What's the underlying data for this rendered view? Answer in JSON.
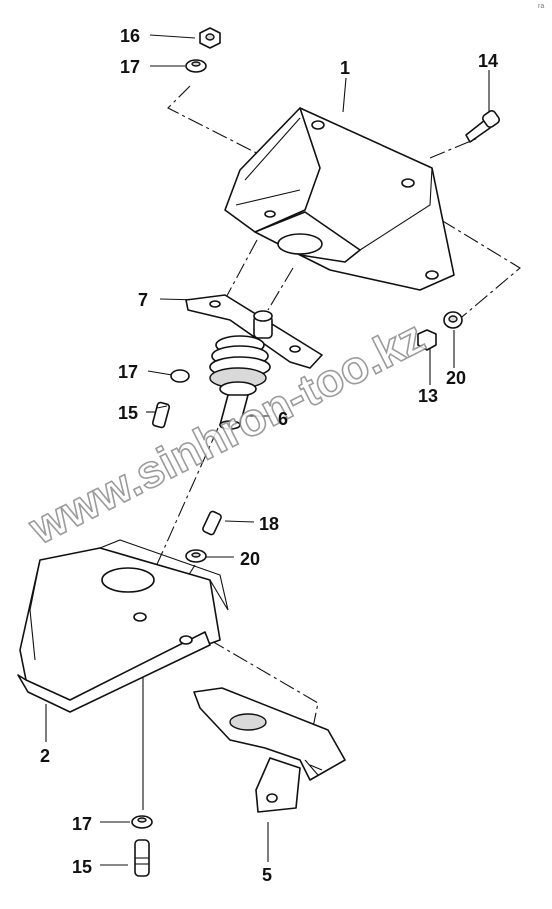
{
  "callouts": [
    {
      "id": "c16",
      "text": "16"
    },
    {
      "id": "c17a",
      "text": "17"
    },
    {
      "id": "c1",
      "text": "1"
    },
    {
      "id": "c14",
      "text": "14"
    },
    {
      "id": "c7",
      "text": "7"
    },
    {
      "id": "c17b",
      "text": "17"
    },
    {
      "id": "c13",
      "text": "13"
    },
    {
      "id": "c20a",
      "text": "20"
    },
    {
      "id": "c15a",
      "text": "15"
    },
    {
      "id": "c6",
      "text": "6"
    },
    {
      "id": "c18",
      "text": "18"
    },
    {
      "id": "c20b",
      "text": "20"
    },
    {
      "id": "c2",
      "text": "2"
    },
    {
      "id": "c17c",
      "text": "17"
    },
    {
      "id": "c15b",
      "text": "15"
    },
    {
      "id": "c5",
      "text": "5"
    }
  ],
  "watermark": "www.sinhron-too.kz",
  "corner_mark": "ra"
}
